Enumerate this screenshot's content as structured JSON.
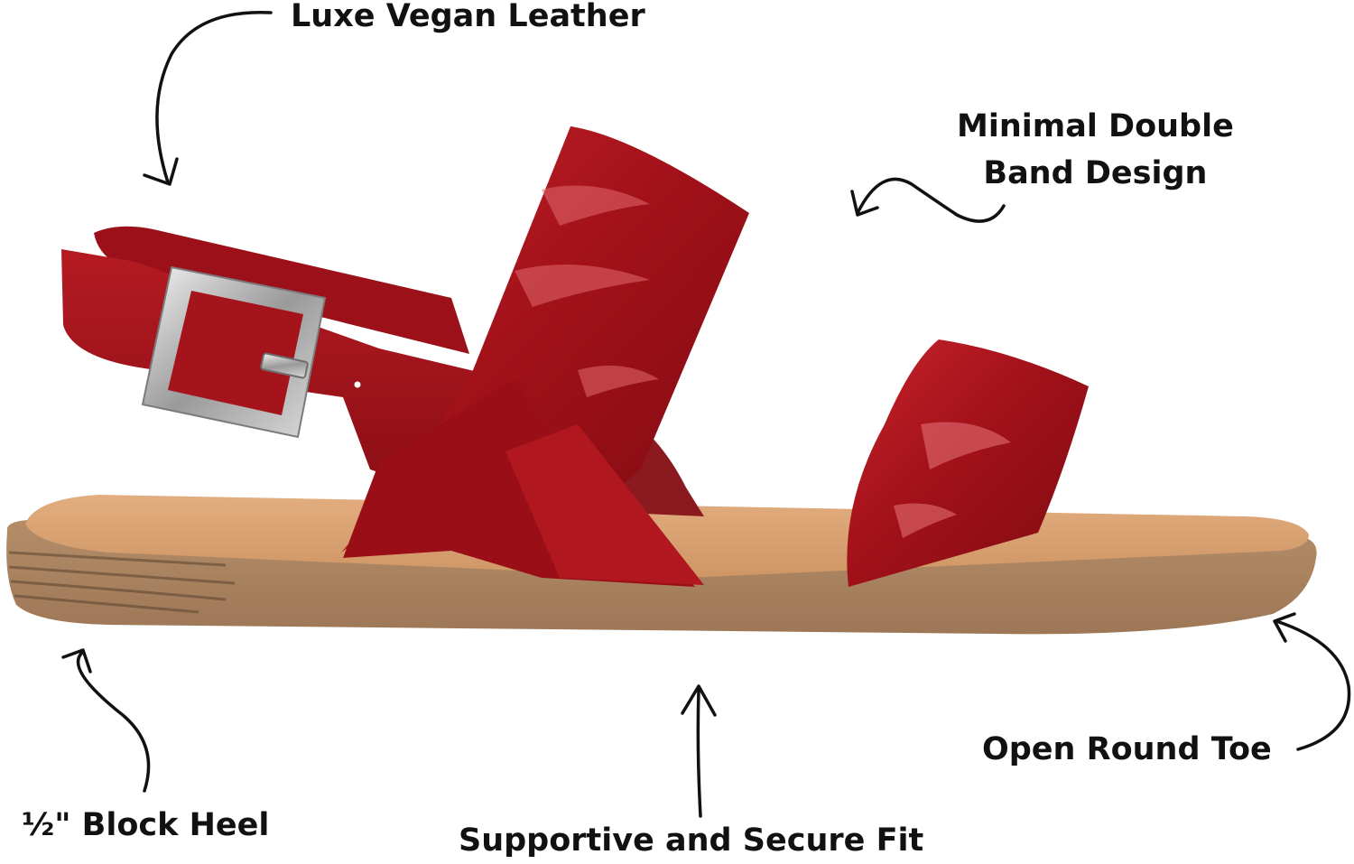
{
  "callouts": {
    "leather": "Luxe Vegan Leather",
    "band_line1": "Minimal Double",
    "band_line2": "Band Design",
    "toe": "Open Round Toe",
    "heel": "½\" Block Heel",
    "fit": "Supportive and Secure Fit"
  },
  "colors": {
    "strap": "#b3141c",
    "strap_dark": "#7a0c12",
    "footbed": "#d9a374",
    "sole": "#a8825f",
    "buckle": "#c9c9c9",
    "text": "#111111"
  },
  "icons": [
    "curved-arrow-icon",
    "buckle-icon"
  ]
}
